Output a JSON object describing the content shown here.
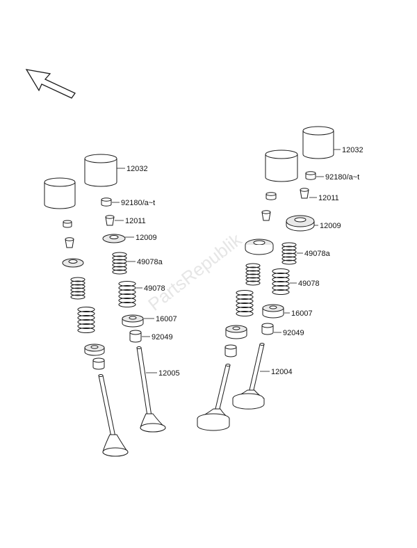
{
  "watermark": "PartsRepublik",
  "labels": {
    "bucket_left": "12032",
    "bucket_right": "12032",
    "shim_left": "92180/a~t",
    "shim_right": "92180/a~t",
    "keeper_left": "12011",
    "keeper_right": "12011",
    "retainer_left": "12009",
    "retainer_right": "12009",
    "inner_spring_left": "49078a",
    "inner_spring_right": "49078a",
    "outer_spring_left": "49078",
    "outer_spring_right": "49078",
    "spring_seat_left": "16007",
    "spring_seat_right": "16007",
    "stem_seal_left": "92049",
    "stem_seal_right": "92049",
    "exhaust_valve": "12005",
    "intake_valve": "12004"
  },
  "icons": {
    "direction_arrow": "front-direction-arrow-icon"
  },
  "colors": {
    "line": "#1a1a1a",
    "watermark": "#e6e6e6"
  }
}
